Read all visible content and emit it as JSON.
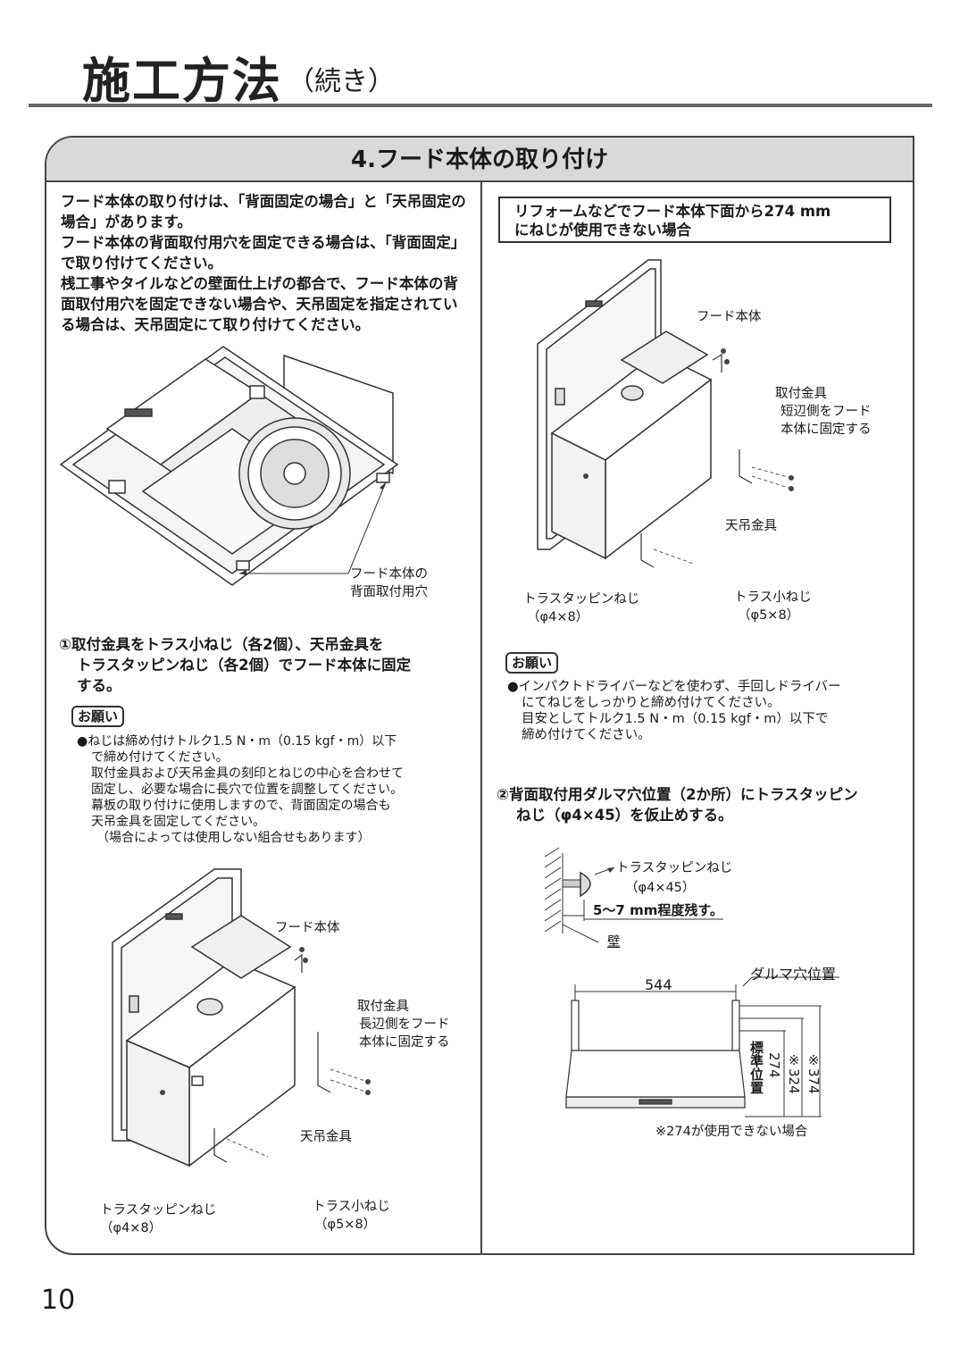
{
  "page": {
    "title": "施工方法",
    "subtitle": "（続き）",
    "page_number": "10"
  },
  "section": {
    "heading": "4.フード本体の取り付け"
  },
  "left": {
    "intro": [
      "フード本体の取り付けは、「背面固定の場合」と「天吊固定の場合」があります。",
      "フード本体の背面取付用穴を固定できる場合は、「背面固定」で取り付けてください。",
      "桟工事やタイルなどの壁面仕上げの都合で、フード本体の背面取付用穴を固定できない場合や、天吊固定を指定されている場合は、天吊固定にて取り付けてください。"
    ],
    "fig1_label": [
      "フード本体の",
      "背面取付用穴"
    ],
    "step1": [
      "①取付金具をトラス小ねじ（各2個）、天吊金具を",
      "トラスタッピンねじ（各2個）でフード本体に固定",
      "する。"
    ],
    "note_label": "お願い",
    "note_lines": [
      "●ねじは締め付けトルク1.5 N・m（0.15 kgf・m）以下",
      "で締め付けてください。",
      "取付金具および天吊金具の刻印とねじの中心を合わせて",
      "固定し、必要な場合に長穴で位置を調整してください。",
      "幕板の取り付けに使用しますので、背面固定の場合も",
      "天吊金具を固定してください。",
      "（場合によっては使用しない組合せもあります）"
    ],
    "fig2": {
      "hood": "フード本体",
      "bracket": "取付金具",
      "bracket_note": [
        "長辺側をフード",
        "本体に固定する"
      ],
      "hanger": "天吊金具",
      "tapping_screw": "トラスタッピンねじ",
      "tapping_size": "（φ4×8）",
      "machine_screw": "トラス小ねじ",
      "machine_size": "（φ5×8）"
    }
  },
  "right": {
    "box_note": [
      "リフォームなどでフード本体下面から274 mm",
      "にねじが使用できない場合"
    ],
    "fig3": {
      "hood": "フード本体",
      "bracket": "取付金具",
      "bracket_note": [
        "短辺側をフード",
        "本体に固定する"
      ],
      "hanger": "天吊金具",
      "tapping_screw": "トラスタッピンねじ",
      "tapping_size": "（φ4×8）",
      "machine_screw": "トラス小ねじ",
      "machine_size": "（φ5×8）"
    },
    "note_label": "お願い",
    "note_lines": [
      "●インパクトドライバーなどを使わず、手回しドライバー",
      "にてねじをしっかりと締め付けてください。",
      "目安としてトルク1.5 N・m（0.15 kgf・m）以下で",
      "締め付けてください。"
    ],
    "step2": [
      "②背面取付用ダルマ穴位置（2か所）にトラスタッピン",
      "ねじ（φ4×45）を仮止めする。"
    ],
    "fig4": {
      "screw": "トラスタッピンねじ",
      "screw_size": "（φ4×45）",
      "leave": "5〜7 mm程度残す。",
      "wall": "壁"
    },
    "fig5": {
      "daruma": "ダルマ穴位置",
      "width": "544",
      "std_label": "標準位置",
      "h274": "274",
      "h324": "※324",
      "h374": "※374",
      "footnote": "※274が使用できない場合"
    }
  }
}
